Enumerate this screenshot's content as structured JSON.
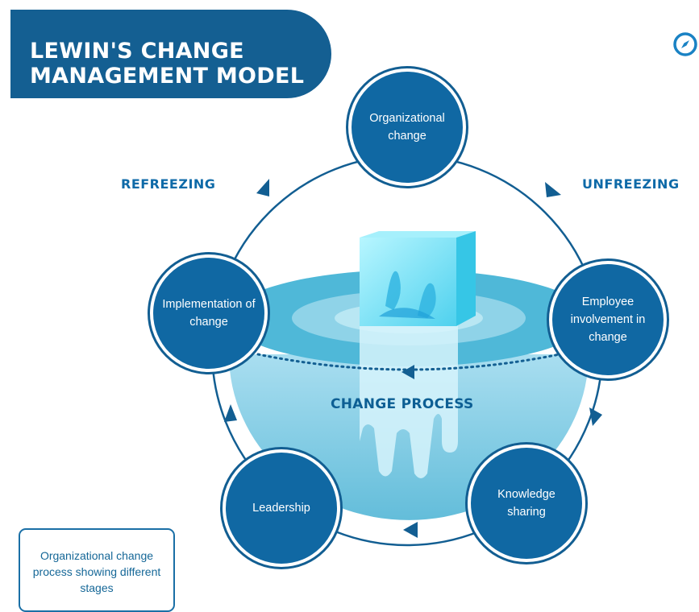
{
  "title": "LEWIN'S CHANGE MANAGEMENT MODEL",
  "stages": {
    "left": "REFREEZING",
    "right": "UNFREEZING"
  },
  "center_label": "CHANGE PROCESS",
  "nodes": [
    {
      "label": "Organizational change"
    },
    {
      "label": "Employee involvement in change"
    },
    {
      "label": "Knowledge sharing"
    },
    {
      "label": "Leadership"
    },
    {
      "label": "Implementation of change"
    }
  ],
  "caption": "Organizational change process showing different stages",
  "icons": {
    "top_right": "compass-icon"
  },
  "colors": {
    "primary": "#145f92",
    "node_fill": "#1068a3",
    "water": "#8fd3e8",
    "ice": "#7ee8f8"
  }
}
